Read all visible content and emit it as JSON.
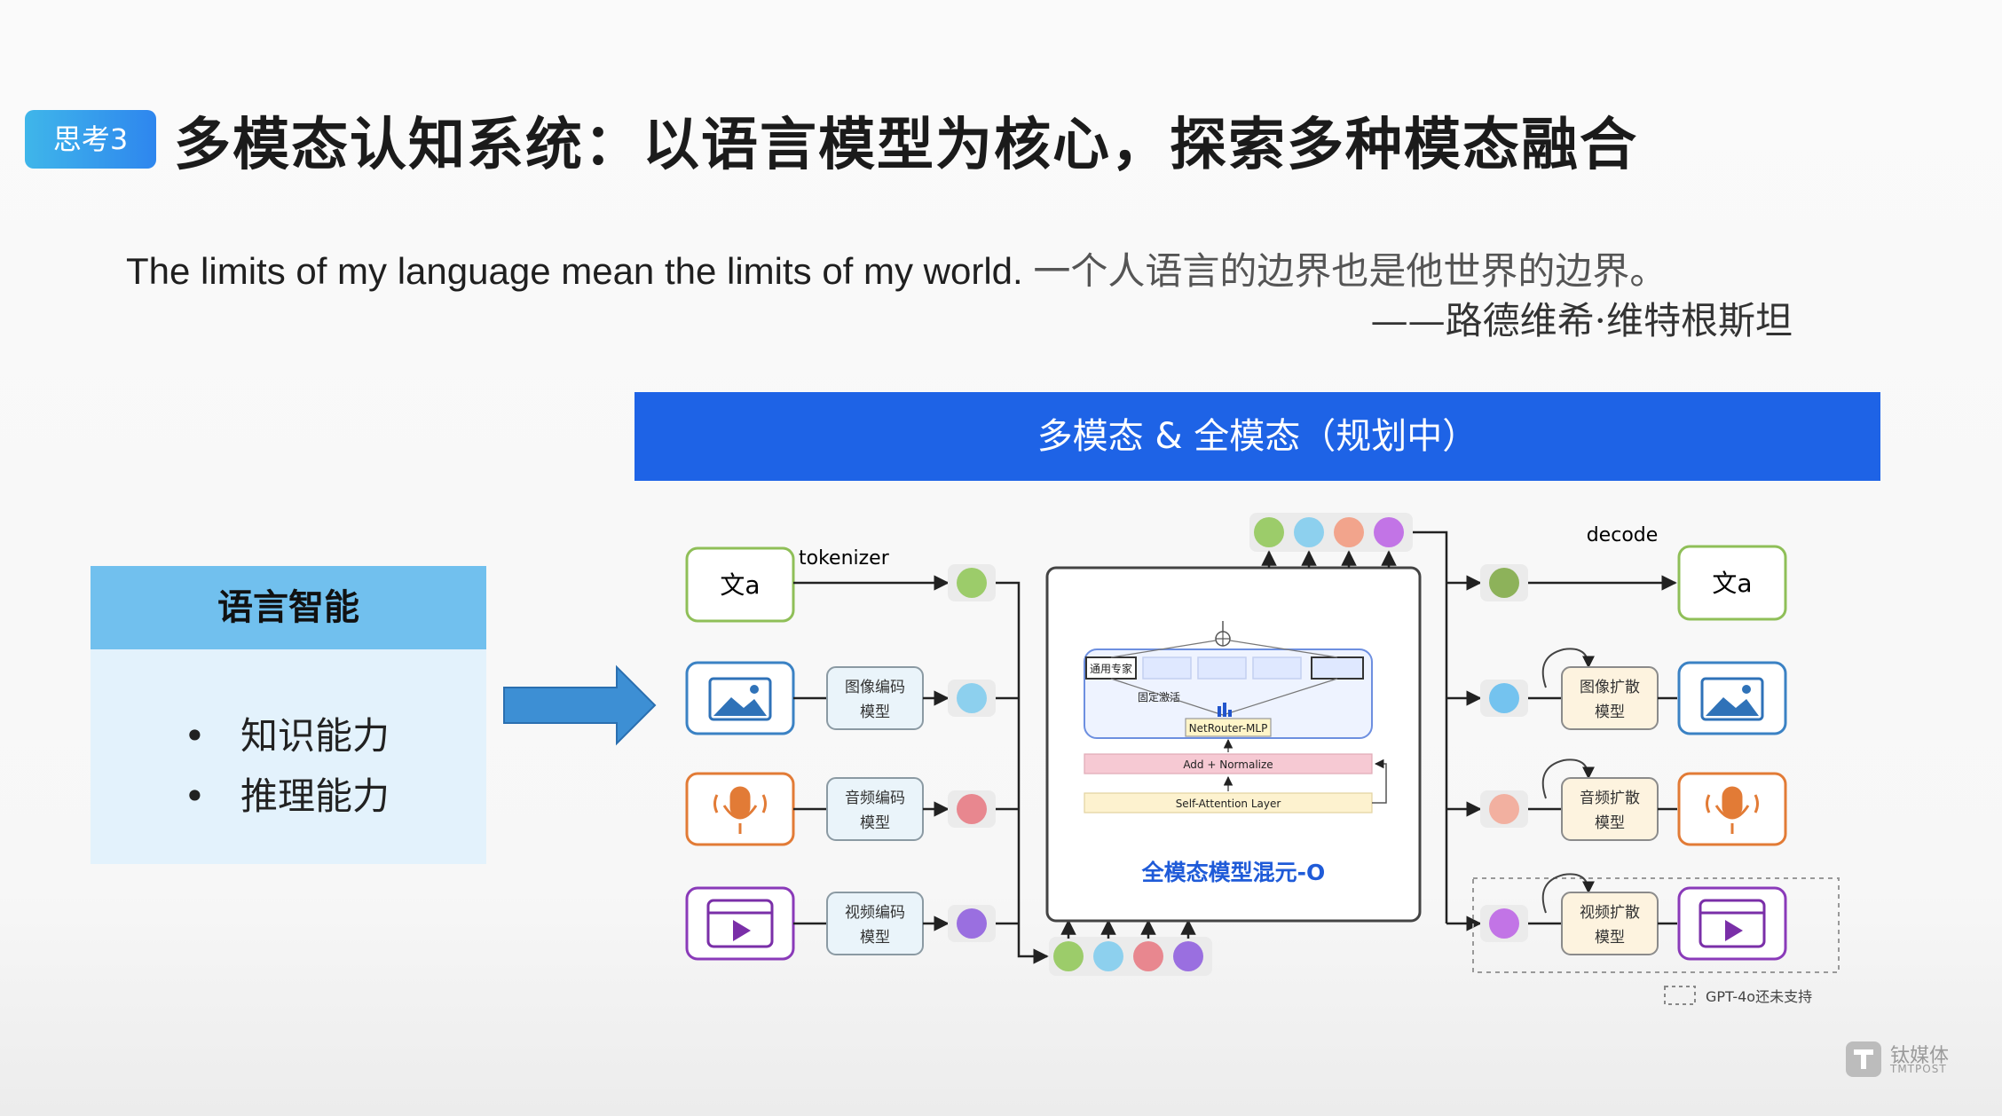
{
  "header": {
    "badge": "思考3",
    "title": "多模态认知系统：以语言模型为核心，探索多种模态融合"
  },
  "quote": {
    "english": "The limits of my language mean the limits of my world.",
    "chinese": "一个人语言的边界也是他世界的边界。",
    "attribution": "——路德维希·维特根斯坦"
  },
  "banner": {
    "text": "多模态 & 全模态（规划中）"
  },
  "language_panel": {
    "title": "语言智能",
    "items": [
      "知识能力",
      "推理能力"
    ]
  },
  "diagram": {
    "text_symbol": "文a",
    "tokenizer_label": "tokenizer",
    "decode_label": "decode",
    "encoders": {
      "image": [
        "图像编码",
        "模型"
      ],
      "audio": [
        "音频编码",
        "模型"
      ],
      "video": [
        "视频编码",
        "模型"
      ]
    },
    "decoders": {
      "image": [
        "图像扩散",
        "模型"
      ],
      "audio": [
        "音频扩散",
        "模型"
      ],
      "video": [
        "视频扩散",
        "模型"
      ]
    },
    "core": {
      "expert_label": "通用专家",
      "fixed_activation": "固定激活",
      "router": "NetRouter-MLP",
      "add_norm": "Add + Normalize",
      "self_attention": "Self-Attention Layer",
      "model_name": "全模态模型混元-O"
    },
    "legend": "GPT-4o还未支持",
    "colors": {
      "text_token": "#9ccc6a",
      "image_token": "#8dd0ee",
      "audio_token": "#e8878f",
      "video_token": "#9a6fe0",
      "text_frame": "#8fbf58",
      "image_frame": "#3b82c4",
      "audio_frame": "#e27b36",
      "video_frame": "#8a3ab9"
    }
  },
  "watermark": {
    "cn": "钛媒体",
    "en": "TMTPOST"
  }
}
